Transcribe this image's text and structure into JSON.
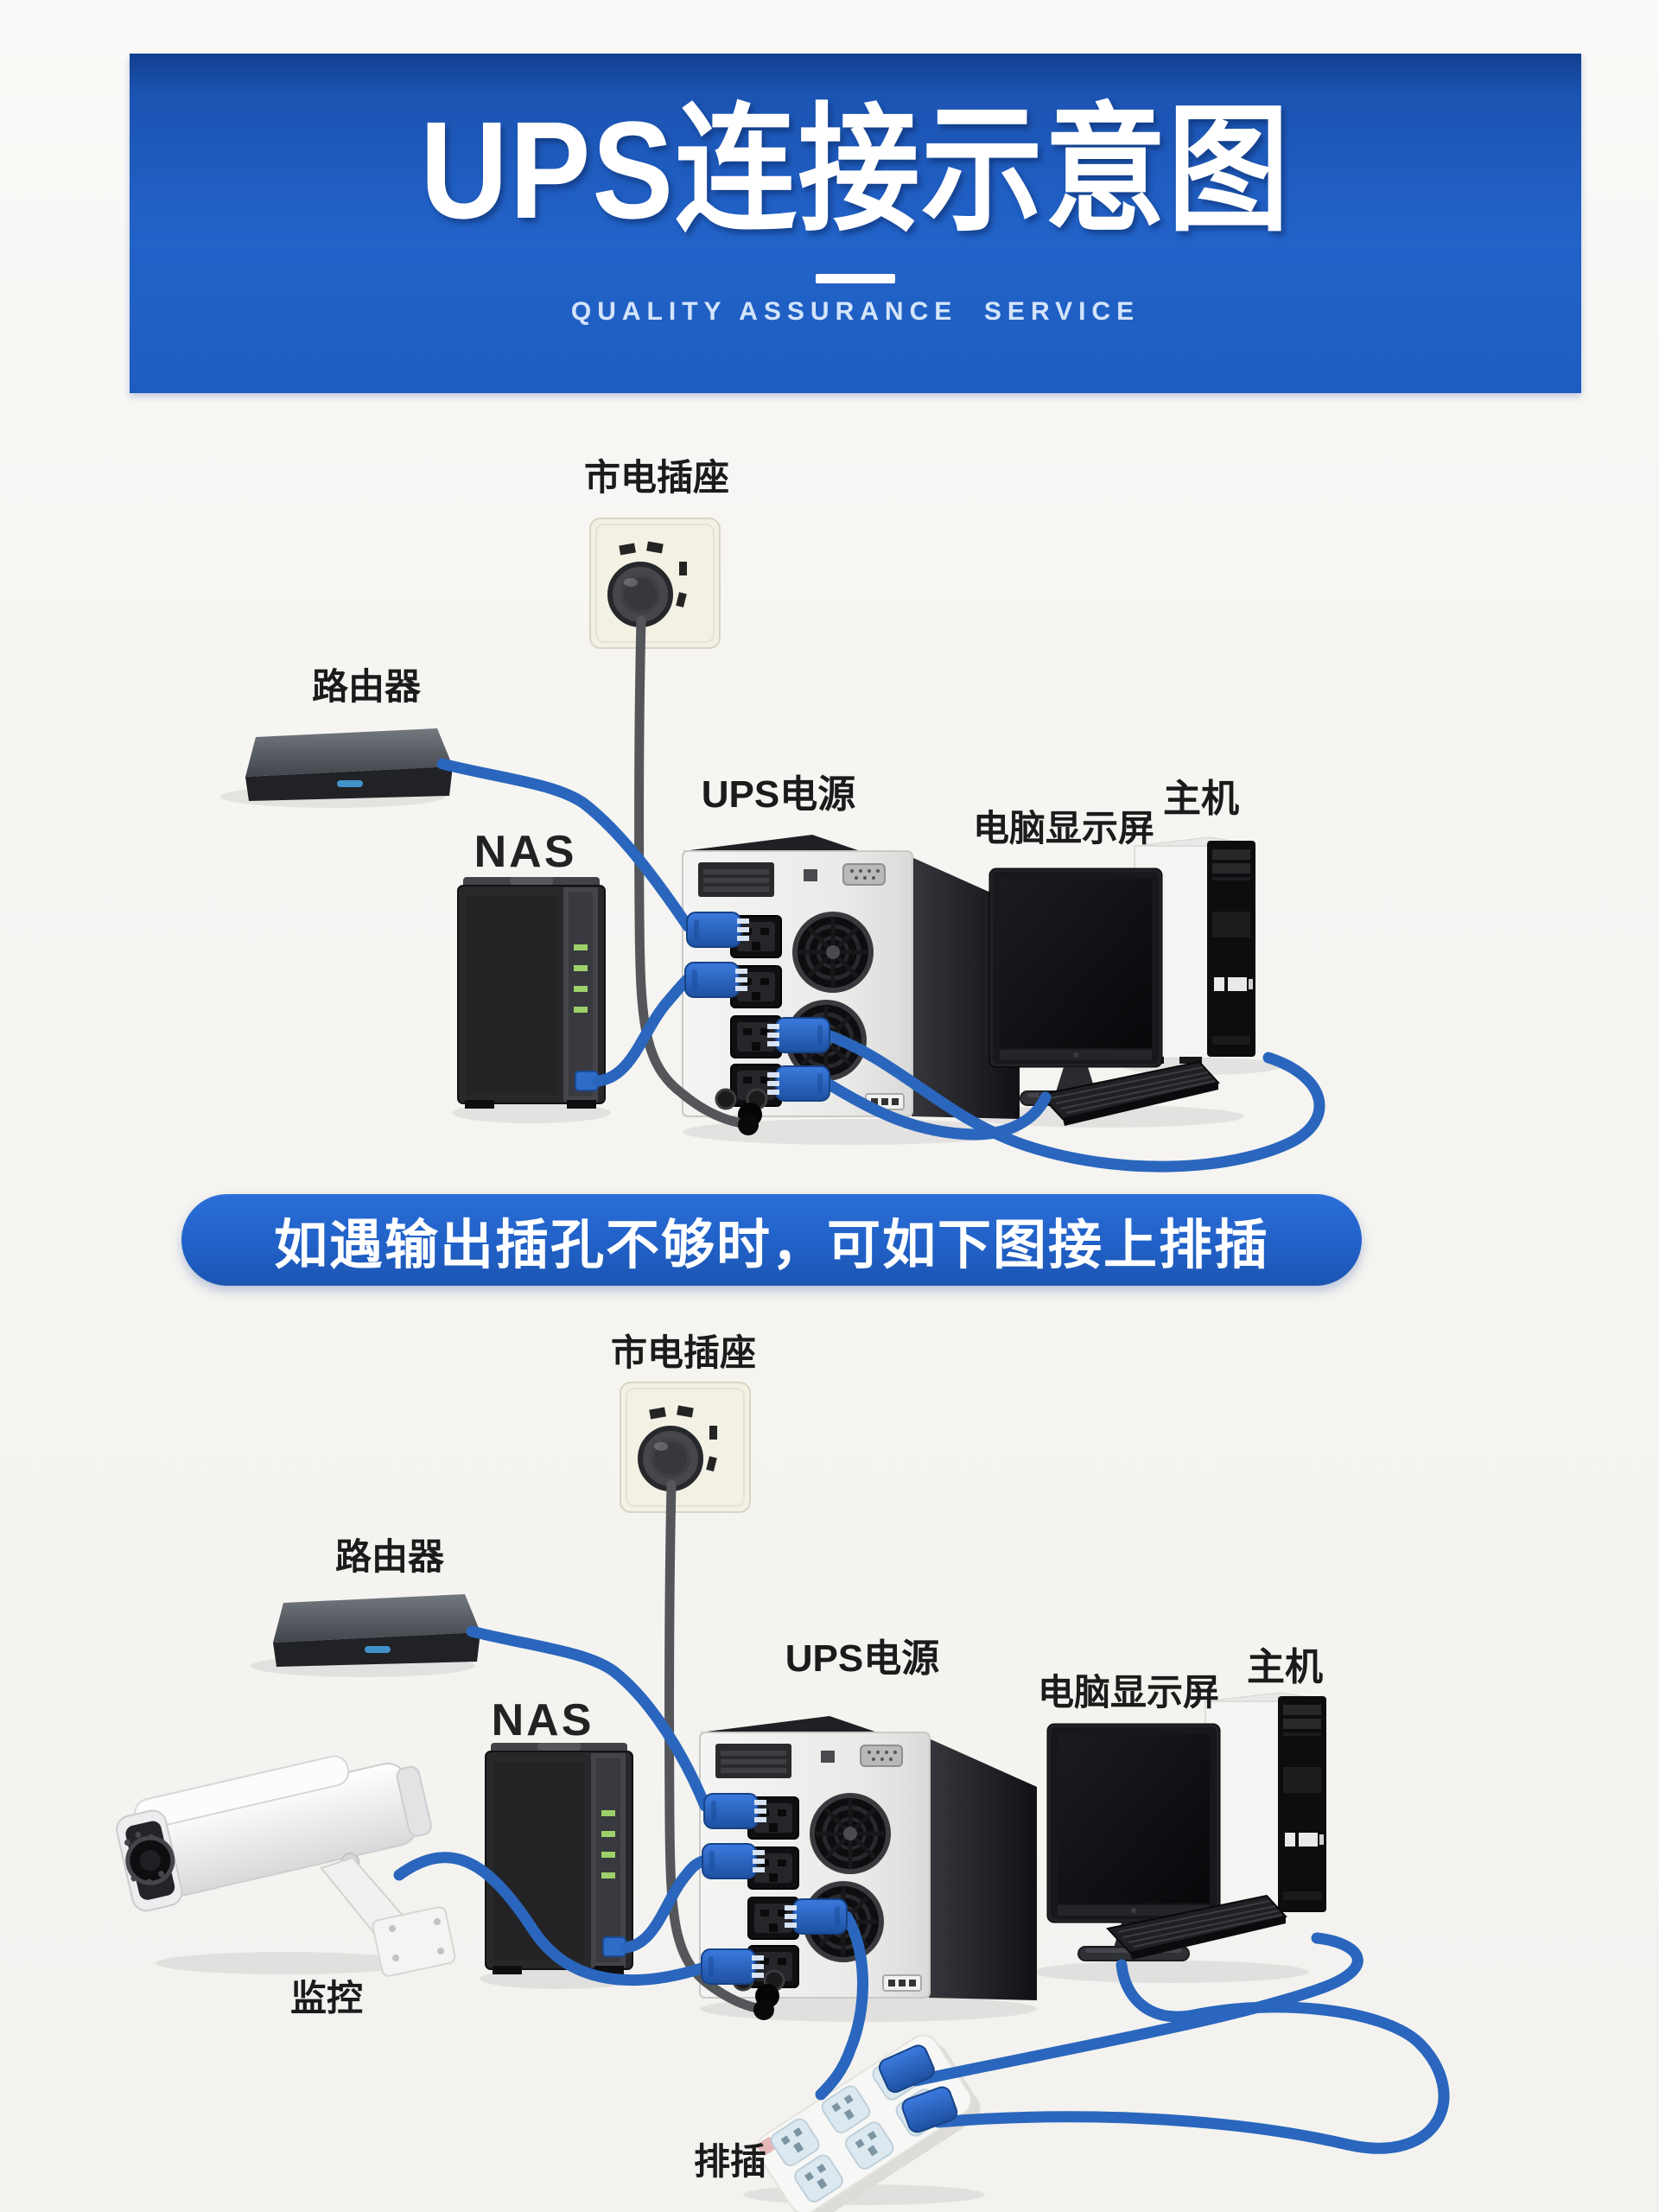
{
  "header": {
    "title": "UPS连接示意图",
    "subtitle": "QUALITY ASSURANCE  SERVICE"
  },
  "notice_banner": {
    "text": "如遇输出插孔不够时，可如下图接上排插"
  },
  "diagram_top": {
    "labels": {
      "outlet": "市电插座",
      "router": "路由器",
      "nas": "NAS",
      "ups": "UPS电源",
      "monitor": "电脑显示屏",
      "host": "主机"
    }
  },
  "diagram_bottom": {
    "labels": {
      "outlet": "市电插座",
      "router": "路由器",
      "nas": "NAS",
      "ups": "UPS电源",
      "monitor": "电脑显示屏",
      "host": "主机",
      "camera": "监控",
      "power_strip": "排插"
    }
  },
  "colors": {
    "banner_blue": "#2263c9",
    "pill_blue": "#2161c7",
    "cable_blue": "#2a66bd",
    "cable_dark": "#54565a",
    "plug_blue": "#2e6cc8"
  }
}
